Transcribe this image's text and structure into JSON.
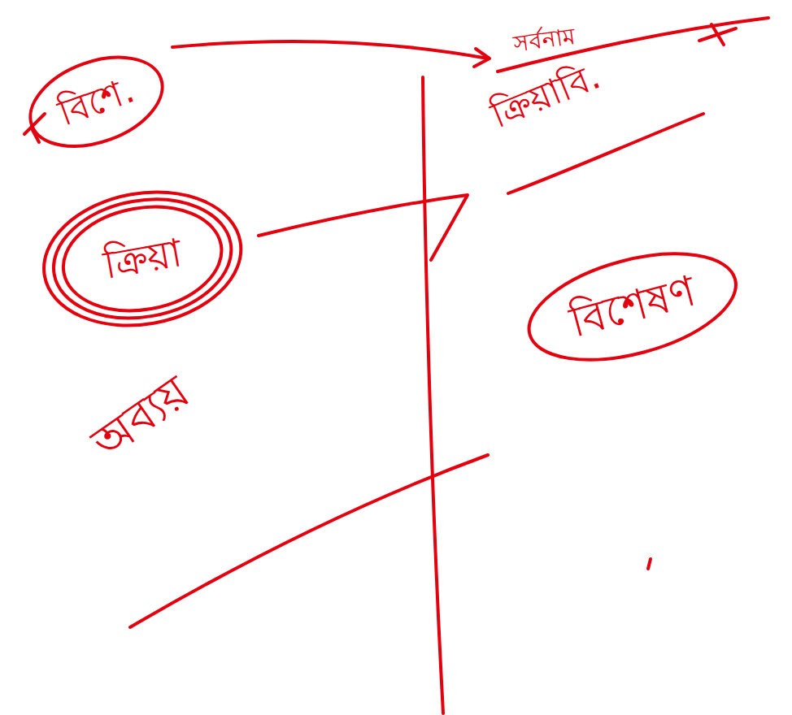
{
  "diagram": {
    "nodes": [
      {
        "text": [
          "বিশে."
        ]
      },
      {
        "text": [
          "ক্রিয়া"
        ]
      },
      {
        "text": [
          "বিশেষণ"
        ]
      }
    ],
    "labels": [
      "সর্বনাম",
      "ক্রিয়াবি.",
      "অব্যয়"
    ]
  }
}
